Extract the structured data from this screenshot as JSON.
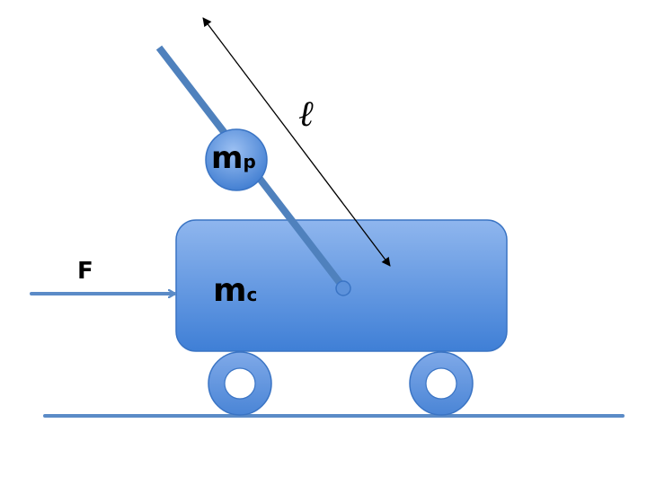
{
  "diagram": {
    "labels": {
      "force": "F",
      "cart_mass_main": "m",
      "cart_mass_sub": "c",
      "pole_mass_main": "m",
      "pole_mass_sub": "p",
      "length": "ℓ"
    },
    "colors": {
      "cart_light": "#8fb6ee",
      "cart_dark": "#3f7fd6",
      "cart_stroke": "#3a74c4",
      "pole": "#4f81bd",
      "ground": "#5b8bc7",
      "wheel": "#5d92db",
      "arrow": "#5b8bc7",
      "dimension_line": "#000000"
    }
  }
}
